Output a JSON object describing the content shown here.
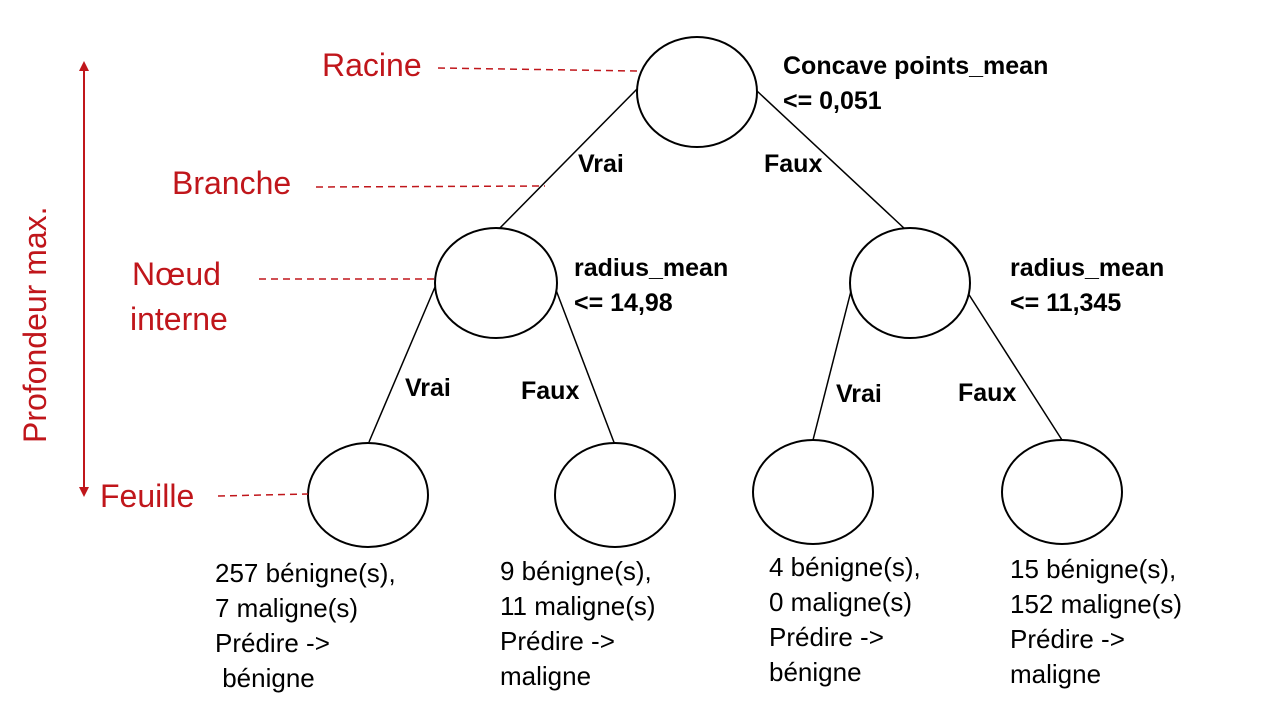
{
  "colors": {
    "annotation": "#c0161b",
    "node_stroke": "#000000",
    "text": "#000000",
    "background": "#ffffff"
  },
  "annotations": {
    "root": "Racine",
    "branch": "Branche",
    "internal_node_line1": "Nœud",
    "internal_node_line2": "interne",
    "leaf": "Feuille",
    "max_depth": "Profondeur max."
  },
  "root": {
    "feature": "Concave points_mean",
    "threshold": "<= 0,051",
    "left_edge": "Vrai",
    "right_edge": "Faux"
  },
  "internal_nodes": [
    {
      "feature": "radius_mean",
      "threshold": "<= 14,98",
      "left_edge": "Vrai",
      "right_edge": "Faux"
    },
    {
      "feature": "radius_mean",
      "threshold": "<= 11,345",
      "left_edge": "Vrai",
      "right_edge": "Faux"
    }
  ],
  "leaves": [
    {
      "line1": "257 bénigne(s),",
      "line2": "7 maligne(s)",
      "line3": "Prédire ->",
      "line4": " bénigne"
    },
    {
      "line1": "9 bénigne(s),",
      "line2": "11 maligne(s)",
      "line3": "Prédire ->",
      "line4": "maligne"
    },
    {
      "line1": "4 bénigne(s),",
      "line2": "0 maligne(s)",
      "line3": "Prédire ->",
      "line4": "bénigne"
    },
    {
      "line1": "15 bénigne(s),",
      "line2": "152 maligne(s)",
      "line3": "Prédire ->",
      "line4": "maligne"
    }
  ]
}
